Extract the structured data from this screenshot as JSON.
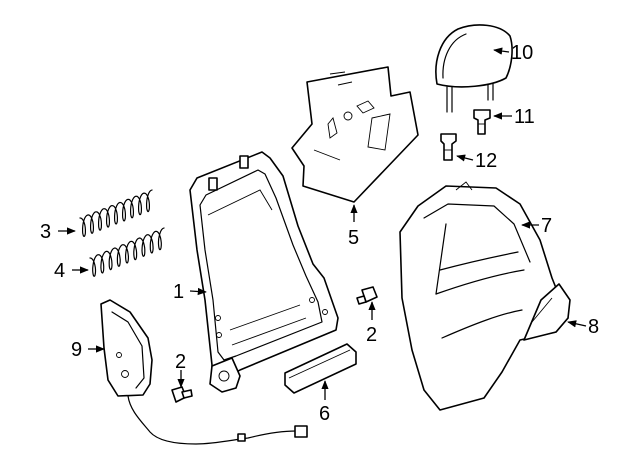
{
  "callouts": [
    {
      "id": "1",
      "label": "1"
    },
    {
      "id": "2a",
      "label": "2"
    },
    {
      "id": "2b",
      "label": "2"
    },
    {
      "id": "3",
      "label": "3"
    },
    {
      "id": "4",
      "label": "4"
    },
    {
      "id": "5",
      "label": "5"
    },
    {
      "id": "6",
      "label": "6"
    },
    {
      "id": "7",
      "label": "7"
    },
    {
      "id": "8",
      "label": "8"
    },
    {
      "id": "9",
      "label": "9"
    },
    {
      "id": "10",
      "label": "10"
    },
    {
      "id": "11",
      "label": "11"
    },
    {
      "id": "12",
      "label": "12"
    }
  ],
  "colors": {
    "line": "#000000",
    "background": "#ffffff"
  }
}
